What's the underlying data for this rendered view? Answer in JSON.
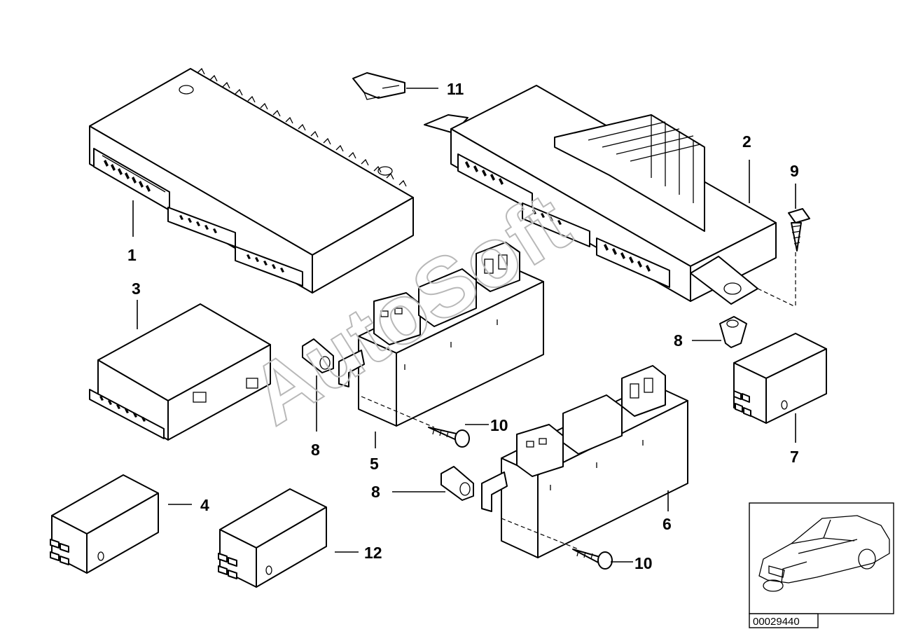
{
  "diagram": {
    "callouts": [
      {
        "id": "c1",
        "text": "1"
      },
      {
        "id": "c2",
        "text": "2"
      },
      {
        "id": "c3",
        "text": "3"
      },
      {
        "id": "c4",
        "text": "4"
      },
      {
        "id": "c5",
        "text": "5"
      },
      {
        "id": "c6",
        "text": "6"
      },
      {
        "id": "c7",
        "text": "7"
      },
      {
        "id": "c8a",
        "text": "8"
      },
      {
        "id": "c8b",
        "text": "8"
      },
      {
        "id": "c8c",
        "text": "8"
      },
      {
        "id": "c9",
        "text": "9"
      },
      {
        "id": "c10a",
        "text": "10"
      },
      {
        "id": "c10b",
        "text": "10"
      },
      {
        "id": "c11",
        "text": "11"
      },
      {
        "id": "c12",
        "text": "12"
      }
    ],
    "watermark": "AutoSoft",
    "image_code": "00029440"
  }
}
